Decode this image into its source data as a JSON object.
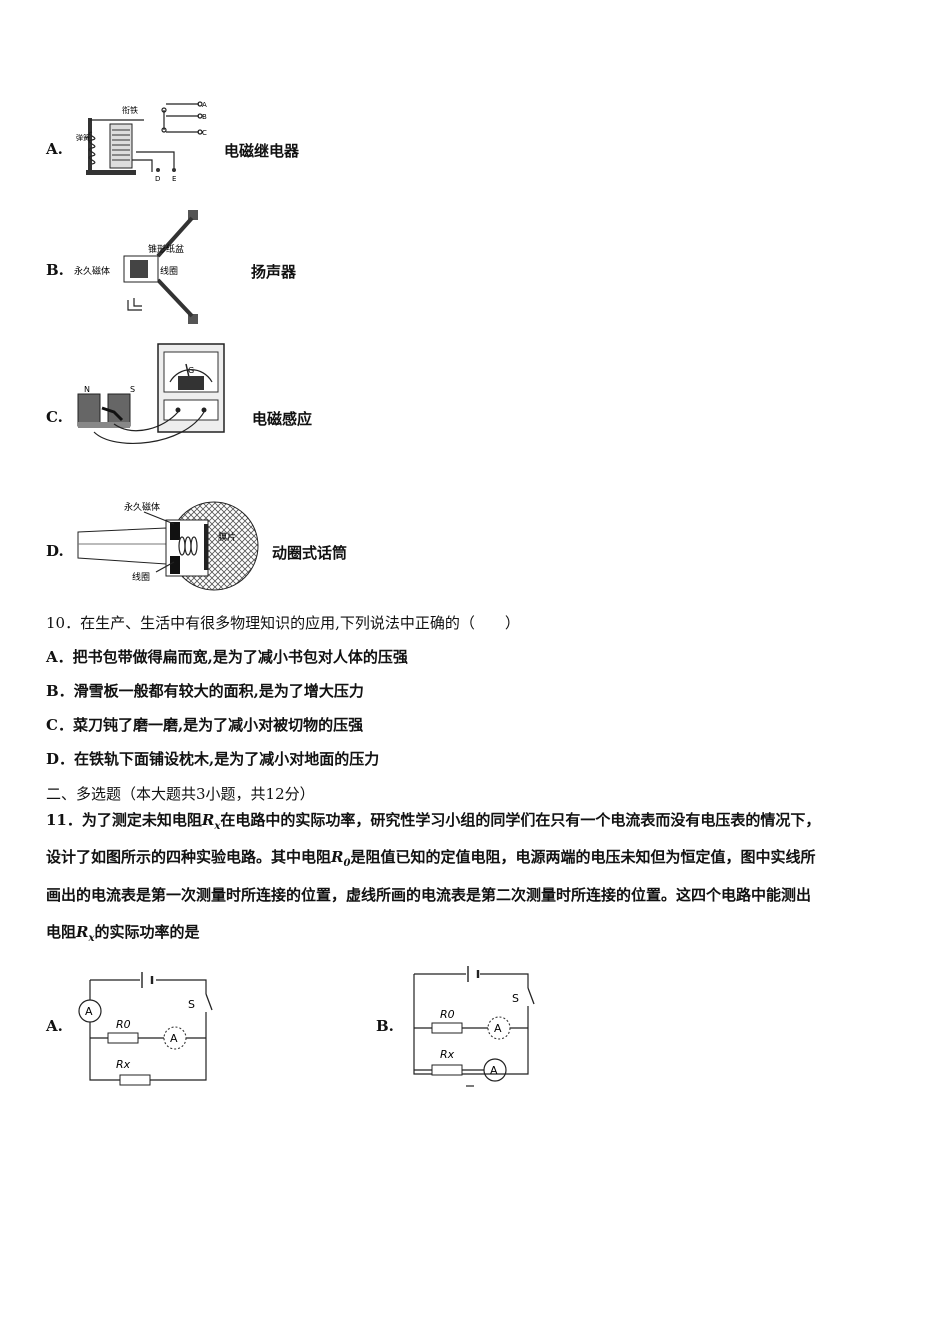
{
  "q9_options": [
    {
      "letter": "A.",
      "caption": "电磁继电器",
      "labels": [
        "衔铁",
        "弹簧",
        "A",
        "B",
        "C",
        "D",
        "E"
      ]
    },
    {
      "letter": "B.",
      "caption": "扬声器",
      "labels": [
        "锥形纸盆",
        "永久磁体",
        "线圈"
      ]
    },
    {
      "letter": "C.",
      "caption": "电磁感应",
      "labels": [
        "N",
        "S",
        "G"
      ]
    },
    {
      "letter": "D.",
      "caption": "动圈式话筒",
      "labels": [
        "永久磁体",
        "膜片",
        "线圈"
      ]
    }
  ],
  "q10": {
    "stem": "10．在生产、生活中有很多物理知识的应用,下列说法中正确的（　　）",
    "options": [
      "A．把书包带做得扁而宽,是为了减小书包对人体的压强",
      "B．滑雪板一般都有较大的面积,是为了增大压力",
      "C．菜刀钝了磨一磨,是为了减小对被切物的压强",
      "D．在铁轨下面铺设枕木,是为了减小对地面的压力"
    ]
  },
  "section2": "二、多选题（本大题共3小题，共12分）",
  "q11": {
    "line1_a": "11．为了测定未知电阻",
    "rx": "R",
    "rx_sub": "x",
    "line1_b": "在电路中的实际功率，研究性学习小组的同学们在只有一个电流表而没有电压表的情况下，",
    "line2_a": "设计了如图所示的四种实验电路。其中电阻",
    "r0": "R",
    "r0_sub": "0",
    "line2_b": "是阻值已知的定值电阻，电源两端的电压未知但为恒定值，图中实线所",
    "line3": "画出的电流表是第一次测量时所连接的位置，虚线所画的电流表是第二次测量时所连接的位置。这四个电路中能测出",
    "line4_a": "电阻",
    "line4_b": "的实际功率的是"
  },
  "circuits": [
    {
      "letter": "A.",
      "switch_label": "S",
      "r0_label": "R0",
      "rx_label": "Rx",
      "ammeter": "A"
    },
    {
      "letter": "B.",
      "switch_label": "S",
      "r0_label": "R0",
      "rx_label": "Rx",
      "ammeter": "A"
    }
  ]
}
